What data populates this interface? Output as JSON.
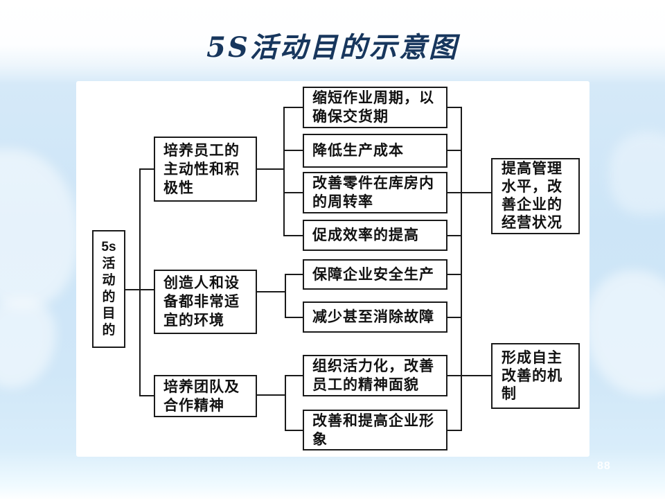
{
  "slide": {
    "title": "5S活动目的示意图",
    "page_number": "88"
  },
  "colors": {
    "title": "#17365d",
    "connector": "#1a1a1a",
    "panel_background": "#ffffff",
    "slide_background": "#cde5f7"
  },
  "diagram": {
    "root": {
      "label": "5s活动的目的",
      "lines": [
        "5s",
        "活",
        "动",
        "的",
        "目",
        "的"
      ]
    },
    "branches": [
      {
        "purpose": "培养员工的主动性和积极性",
        "outcomes": [
          "缩短作业周期，以确保交货期",
          "降低生产成本",
          "改善零件在库房内的周转率",
          "促成效率的提高"
        ]
      },
      {
        "purpose": "创造人和设备都非常适宜的环境",
        "outcomes": [
          "保障企业安全生产",
          "减少甚至消除故障"
        ]
      },
      {
        "purpose": "培养团队及合作精神",
        "outcomes": [
          "组织活力化，改善员工的精神面貌",
          "改善和提高企业形象"
        ]
      }
    ],
    "results": [
      "提高管理水平，改善企业的经营状况",
      "形成自主改善的机制"
    ]
  }
}
